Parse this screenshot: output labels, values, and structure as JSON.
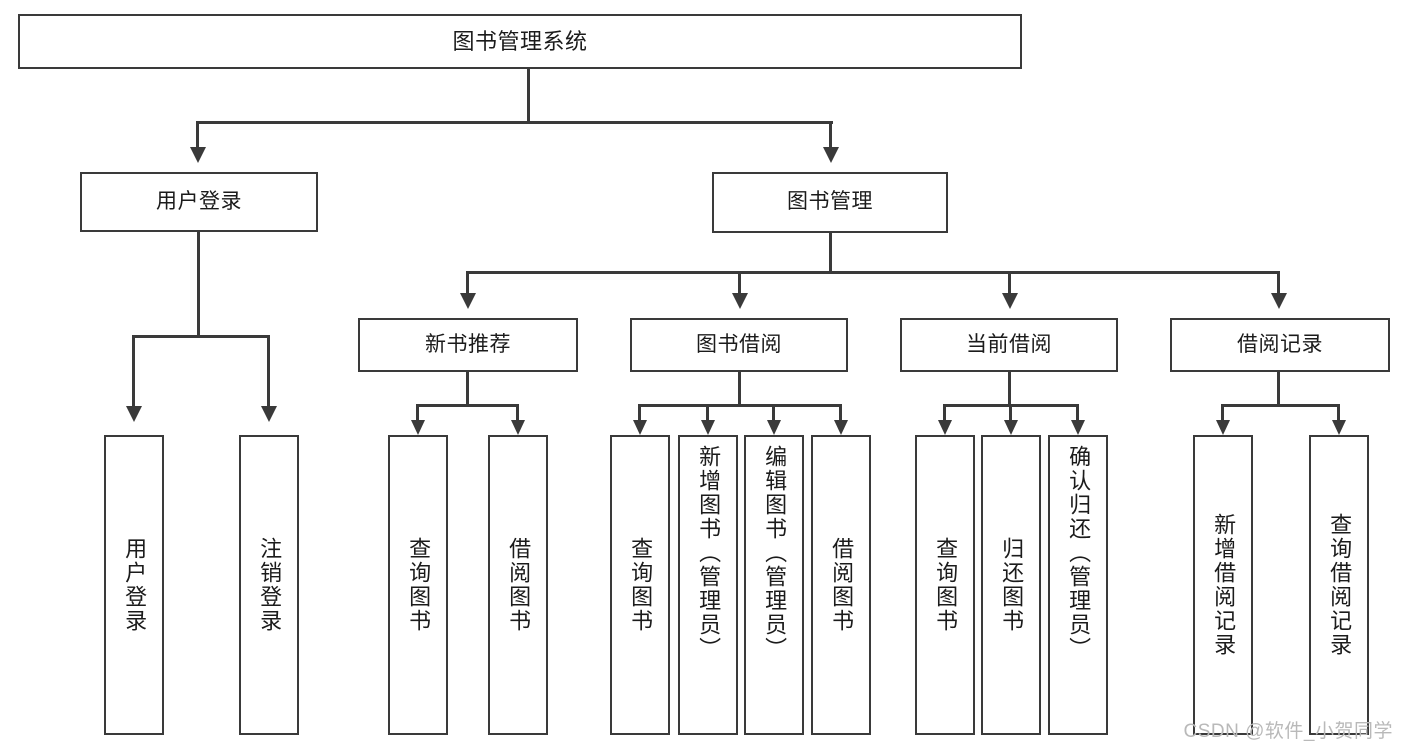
{
  "diagram": {
    "title": "图书管理系统",
    "type": "tree",
    "root": {
      "label": "图书管理系统"
    },
    "level2": [
      {
        "id": "user-login",
        "label": "用户登录"
      },
      {
        "id": "book-management",
        "label": "图书管理"
      }
    ],
    "level3": [
      {
        "id": "new-book-recommend",
        "label": "新书推荐"
      },
      {
        "id": "book-borrow",
        "label": "图书借阅"
      },
      {
        "id": "current-borrow",
        "label": "当前借阅"
      },
      {
        "id": "borrow-record",
        "label": "借阅记录"
      }
    ],
    "leaves": {
      "user_login": [
        {
          "id": "leaf-user-login",
          "label": "用户登录"
        },
        {
          "id": "leaf-logout",
          "label": "注销登录"
        }
      ],
      "new_book_recommend": [
        {
          "id": "leaf-query-book-1",
          "label": "查询图书"
        },
        {
          "id": "leaf-borrow-book-1",
          "label": "借阅图书"
        }
      ],
      "book_borrow": [
        {
          "id": "leaf-query-book-2",
          "label": "查询图书"
        },
        {
          "id": "leaf-add-book",
          "label": "新增图书（管理员）"
        },
        {
          "id": "leaf-edit-book",
          "label": "编辑图书（管理员）"
        },
        {
          "id": "leaf-borrow-book-2",
          "label": "借阅图书"
        }
      ],
      "current_borrow": [
        {
          "id": "leaf-query-book-3",
          "label": "查询图书"
        },
        {
          "id": "leaf-return-book",
          "label": "归还图书"
        },
        {
          "id": "leaf-confirm-return",
          "label": "确认归还（管理员）"
        }
      ],
      "borrow_record": [
        {
          "id": "leaf-add-record",
          "label": "新增借阅记录"
        },
        {
          "id": "leaf-query-record",
          "label": "查询借阅记录"
        }
      ]
    }
  },
  "watermark": {
    "text": "CSDN @软件_小贺同学"
  },
  "colors": {
    "stroke": "#3a3a3a",
    "box_fill": "#ffffff",
    "text": "#1b1b1b",
    "watermark": "#b9b9b9",
    "background": "#ffffff"
  }
}
